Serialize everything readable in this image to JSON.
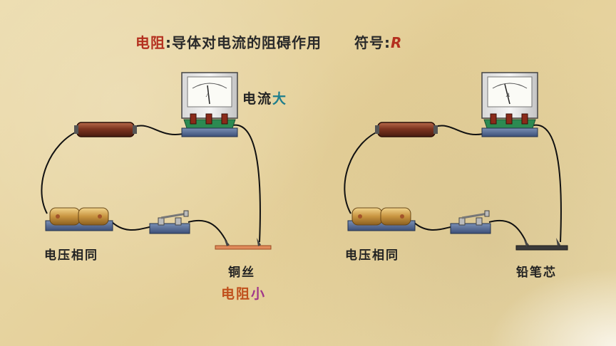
{
  "title": {
    "term": "电阻",
    "colon": ":",
    "definition": "导体对电流的阻碍作用",
    "symbol_label": "符号:",
    "symbol": "R"
  },
  "left_circuit": {
    "current_prefix": "电流",
    "current_emphasis": "大",
    "voltage_label": "电压相同",
    "conductor_label": "铜丝",
    "resistance_prefix": "电阻",
    "resistance_emphasis": "小"
  },
  "right_circuit": {
    "voltage_label": "电压相同",
    "conductor_label": "铅笔芯"
  },
  "colors": {
    "title_red": "#b4301f",
    "current_teal": "#1e7e8c",
    "resistance_orange": "#c0501c",
    "resistance_purple": "#a0368a"
  },
  "icons": [
    "ammeter-icon",
    "resistor-coil-icon",
    "battery-icon",
    "switch-icon",
    "copper-wire-icon",
    "pencil-lead-icon"
  ]
}
